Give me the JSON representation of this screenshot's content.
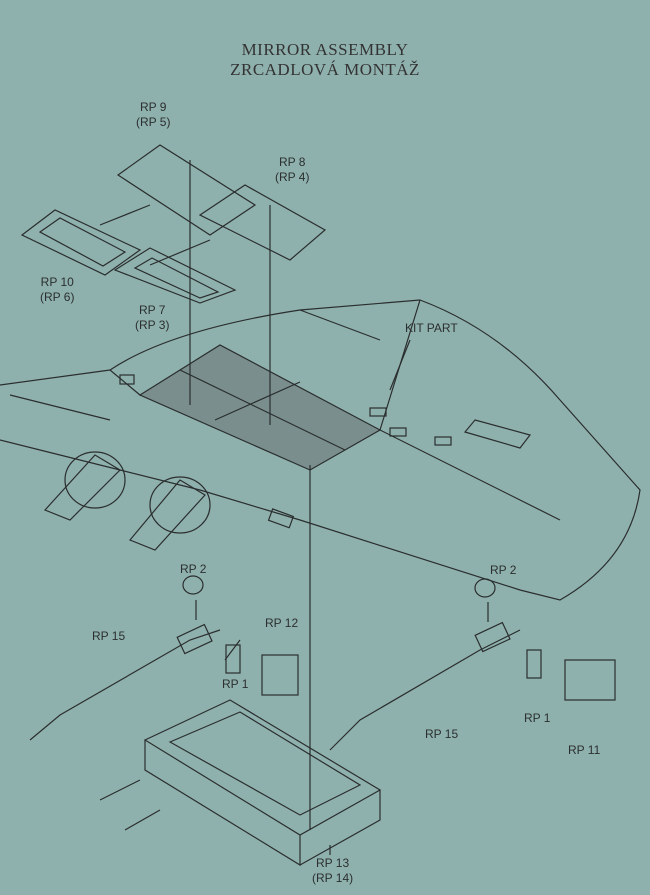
{
  "title_en": "MIRROR  ASSEMBLY",
  "title_cz": "ZRCADLOVÁ MONTÁŽ",
  "labels": {
    "rp9": "RP 9",
    "rp5": "(RP 5)",
    "rp8": "RP 8",
    "rp4": "(RP 4)",
    "rp10": "RP 10",
    "rp6": "(RP 6)",
    "rp7": "RP 7",
    "rp3": "(RP 3)",
    "kit_part": "KIT PART",
    "rp2_left": "RP 2",
    "rp2_right": "RP 2",
    "rp15_left": "RP 15",
    "rp15_right": "RP 15",
    "rp12": "RP 12",
    "rp1_left": "RP 1",
    "rp1_right": "RP 1",
    "rp11": "RP 11",
    "rp13": "RP 13",
    "rp14": "(RP 14)"
  },
  "colors": {
    "background": "#8fb1ae",
    "line": "#2a2e2e",
    "shaded": "#7a8f8d"
  }
}
